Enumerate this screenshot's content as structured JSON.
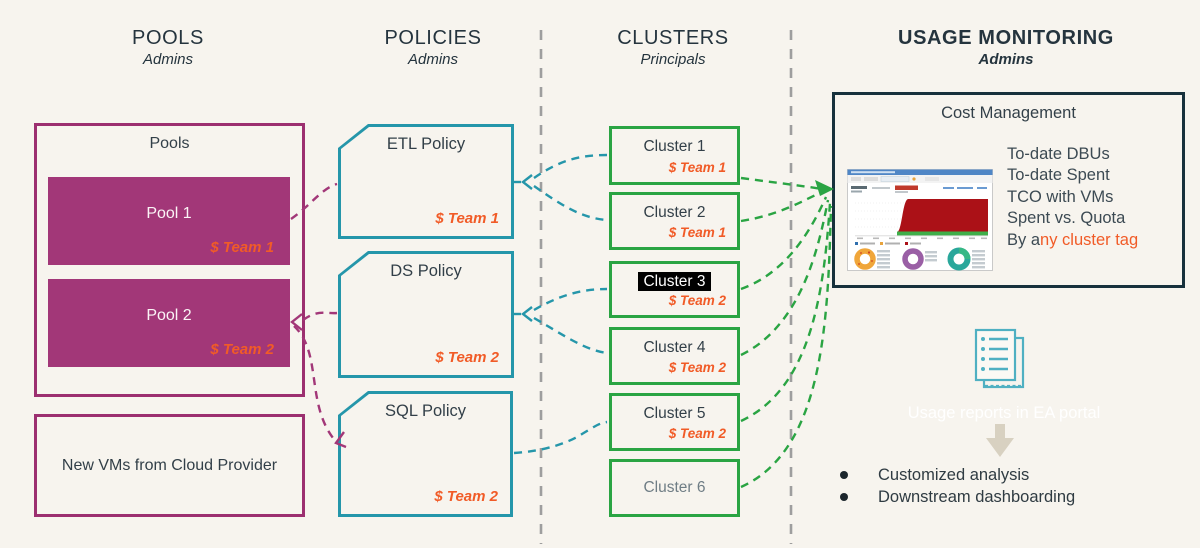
{
  "columns": [
    {
      "title": "POOLS",
      "subtitle": "Admins"
    },
    {
      "title": "POLICIES",
      "subtitle": "Admins"
    },
    {
      "title": "CLUSTERS",
      "subtitle": "Principals"
    },
    {
      "title": "USAGE MONITORING",
      "subtitle": "Admins"
    }
  ],
  "pools": {
    "container_label": "Pools",
    "items": [
      {
        "label": "Pool 1",
        "team": "$ Team 1"
      },
      {
        "label": "Pool 2",
        "team": "$ Team 2"
      }
    ],
    "new_vms_label": "New VMs from Cloud Provider"
  },
  "policies": {
    "items": [
      {
        "label": "ETL Policy",
        "team": "$ Team 1"
      },
      {
        "label": "DS Policy",
        "team": "$ Team 2"
      },
      {
        "label": "SQL Policy",
        "team": "$ Team 2"
      }
    ]
  },
  "clusters": {
    "items": [
      {
        "label": "Cluster 1",
        "team": "$ Team 1",
        "highlighted": false
      },
      {
        "label": "Cluster 2",
        "team": "$ Team 1",
        "highlighted": false
      },
      {
        "label": "Cluster 3",
        "team": "$ Team 2",
        "highlighted": true
      },
      {
        "label": "Cluster 4",
        "team": "$ Team 2",
        "highlighted": false
      },
      {
        "label": "Cluster 5",
        "team": "$ Team 2",
        "highlighted": false
      },
      {
        "label": "Cluster 6",
        "team": "",
        "highlighted": false,
        "muted": true
      }
    ]
  },
  "monitoring": {
    "box_title": "Cost Management",
    "metrics": [
      "To-date DBUs",
      "To-date Spent",
      "TCO with VMs",
      "Spent vs. Quota"
    ],
    "by_tag_prefix": "By a",
    "by_tag_highlight": "ny cluster tag",
    "reports_caption": "Usage reports in EA portal",
    "bullets": [
      "Customized analysis",
      "Downstream dashboarding"
    ]
  },
  "icons": {
    "reports": "documents-report-icon",
    "arrow": "down-arrow-icon",
    "dashboard_thumbnail": "cost-dashboard-thumbnail"
  },
  "colors": {
    "background": "#f7f4ee",
    "magenta": "#a23778",
    "magenta_border": "#9c2f70",
    "teal": "#2596aa",
    "green": "#2aa443",
    "navy": "#17313c",
    "orange": "#f15b27",
    "divider_gray": "#9e9e9e",
    "arrow_beige": "#d8d1c1",
    "caption_white": "#ffffff"
  }
}
